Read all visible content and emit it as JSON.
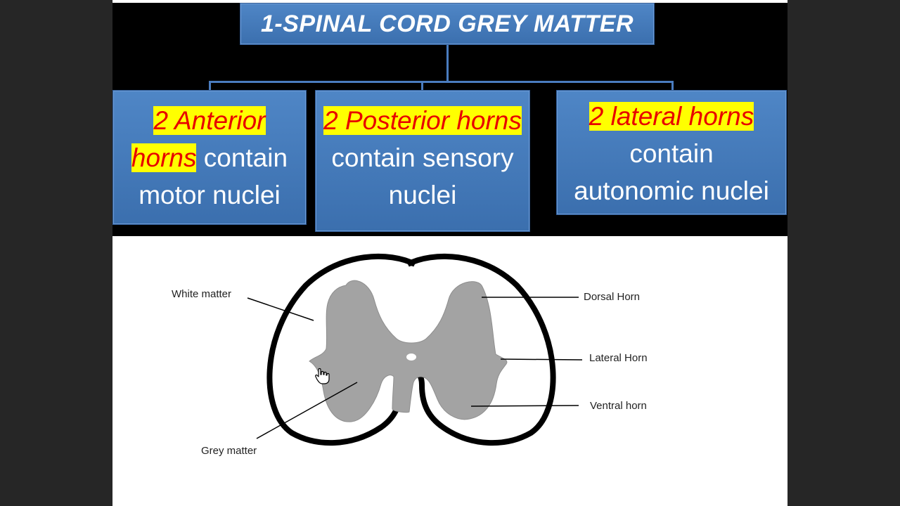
{
  "title": "1-SPINAL CORD GREY MATTER",
  "boxes": {
    "anterior": {
      "highlight_1": "2 Anterior",
      "highlight_2": "horns",
      "text_1": " contain",
      "text_2": "motor nuclei"
    },
    "posterior": {
      "highlight": "2 Posterior horns",
      "text_1": "contain sensory",
      "text_2": "nuclei"
    },
    "lateral": {
      "highlight": "2 lateral horns",
      "text_1": "contain",
      "text_2": "autonomic nuclei"
    }
  },
  "diagram": {
    "labels": {
      "white_matter": "White matter",
      "grey_matter": "Grey matter",
      "dorsal_horn": "Dorsal Horn",
      "lateral_horn": "Lateral Horn",
      "ventral_horn": "Ventral horn"
    }
  },
  "colors": {
    "box_blue": "#4a7cbf",
    "highlight_yellow": "#ffff00",
    "highlight_red": "#e80000",
    "grey_matter": "#a0a0a0"
  }
}
